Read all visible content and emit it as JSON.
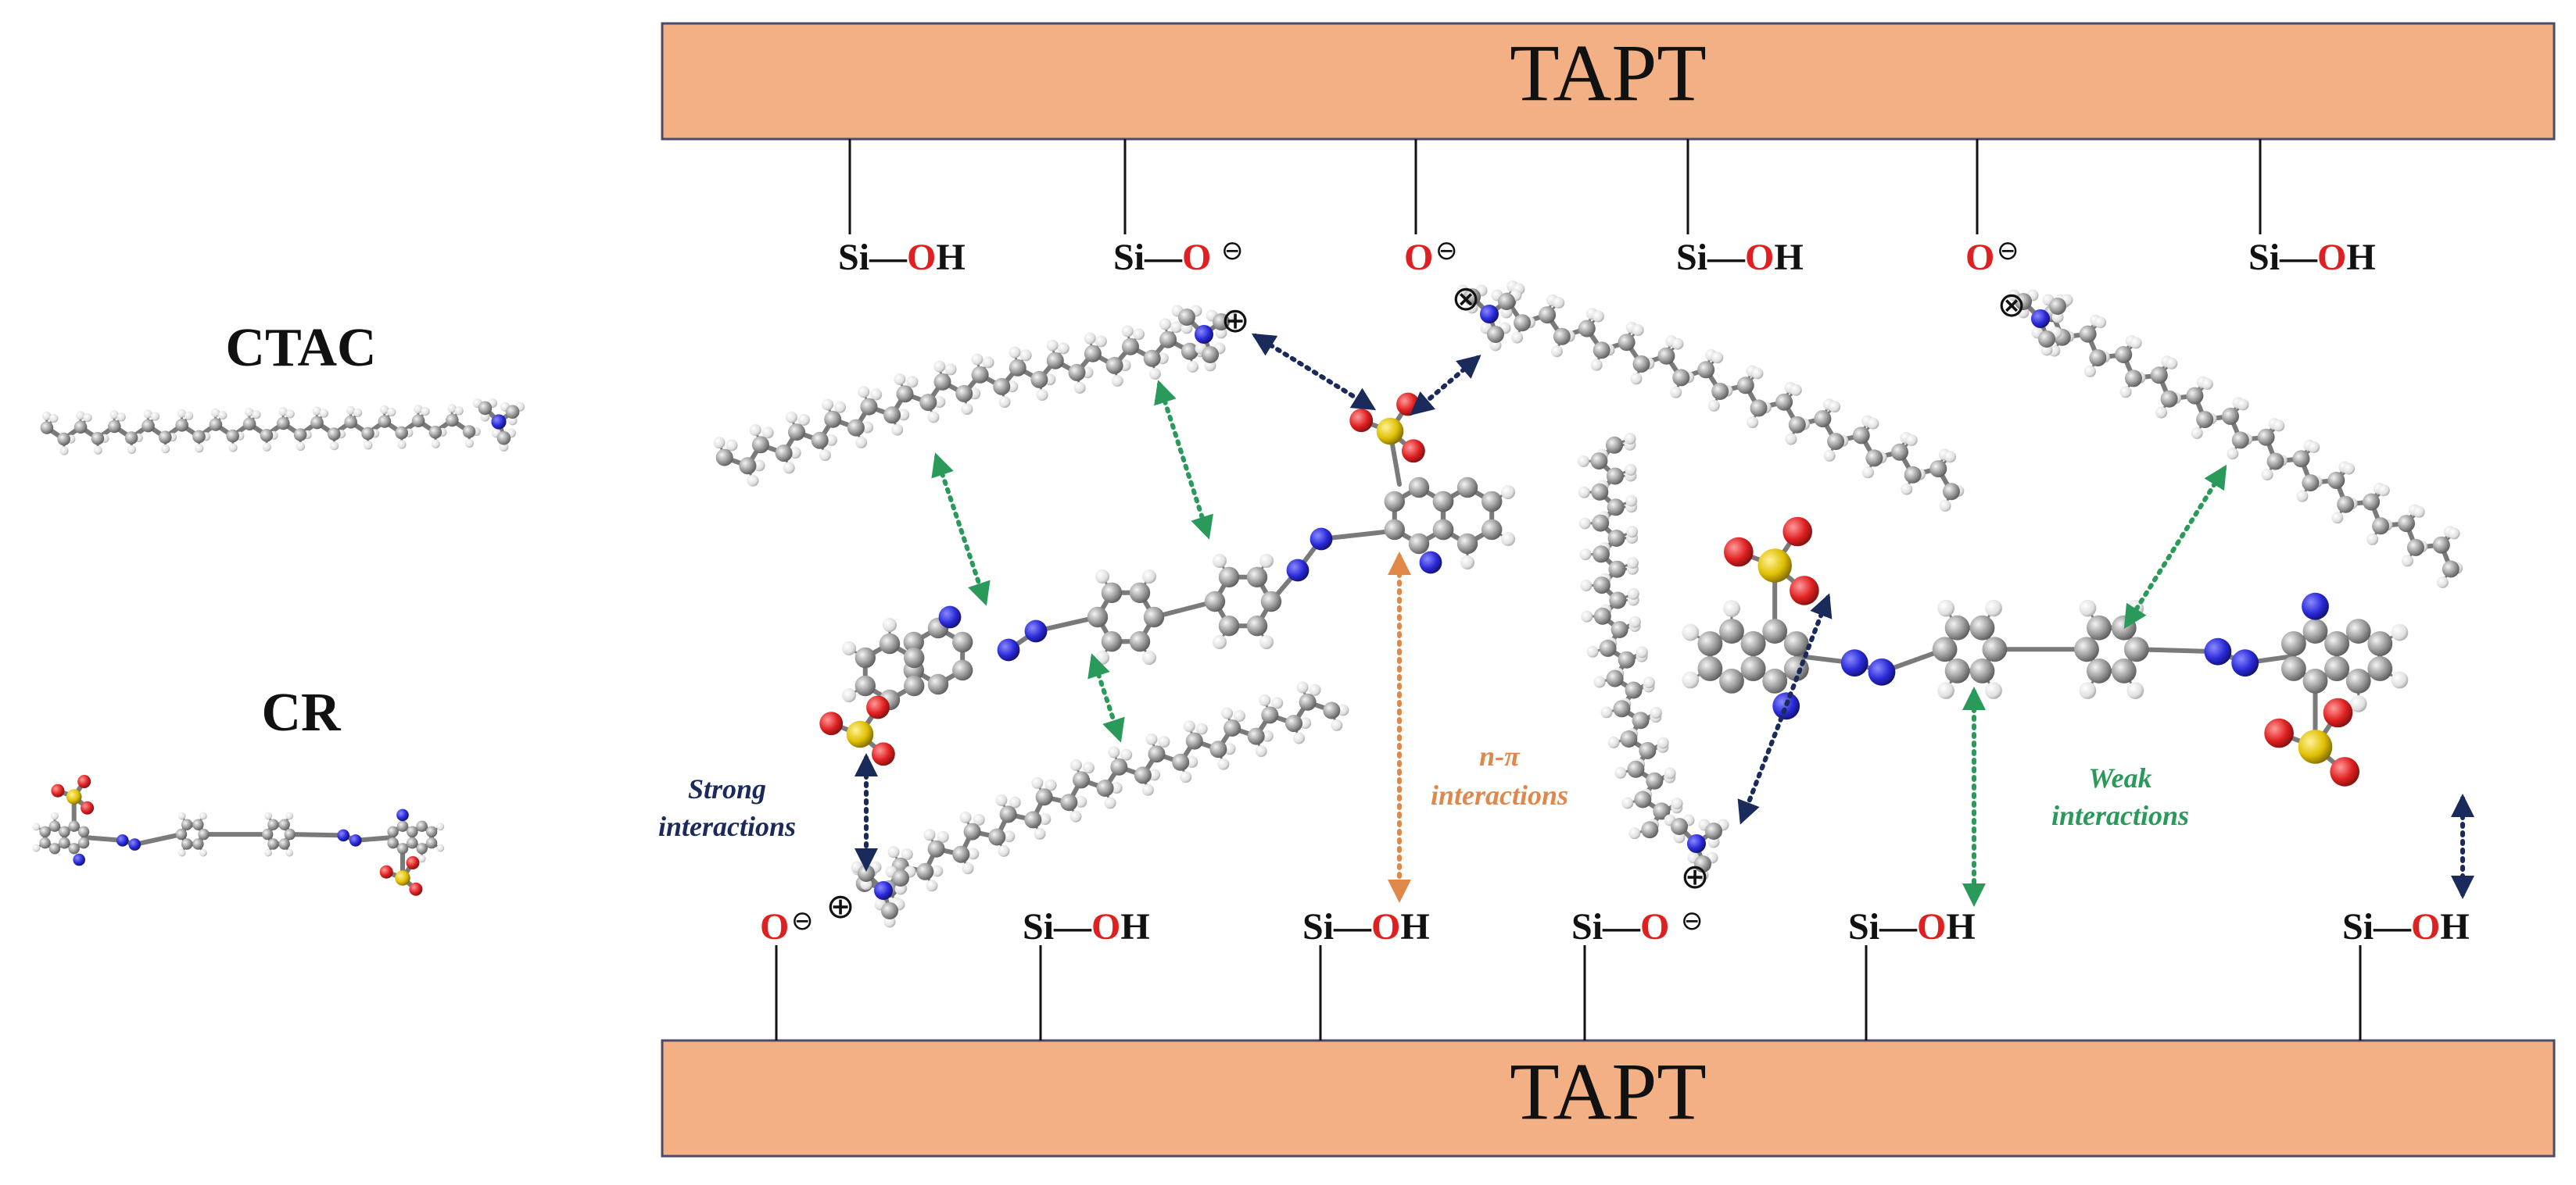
{
  "slab_top_label": "TAPT",
  "slab_bottom_label": "TAPT",
  "legend": {
    "ctac_label": "CTAC",
    "cr_label": "CR"
  },
  "top_groups": [
    {
      "si": "Si",
      "o": "O",
      "h": "H",
      "charge": ""
    },
    {
      "si": "Si",
      "o": "O",
      "h": "",
      "charge": "⊖"
    },
    {
      "si": "",
      "o": "O",
      "h": "",
      "charge": "⊖"
    },
    {
      "si": "Si",
      "o": "O",
      "h": "H",
      "charge": ""
    },
    {
      "si": "",
      "o": "O",
      "h": "",
      "charge": "⊖"
    },
    {
      "si": "Si",
      "o": "O",
      "h": "H",
      "charge": ""
    }
  ],
  "bottom_groups": [
    {
      "si": "",
      "o": "O",
      "h": "",
      "charge": "⊖"
    },
    {
      "si": "Si",
      "o": "O",
      "h": "H",
      "charge": ""
    },
    {
      "si": "Si",
      "o": "O",
      "h": "H",
      "charge": ""
    },
    {
      "si": "Si",
      "o": "O",
      "h": "",
      "charge": "⊖"
    },
    {
      "si": "Si",
      "o": "O",
      "h": "H",
      "charge": ""
    },
    {
      "si": "Si",
      "o": "O",
      "h": "H",
      "charge": ""
    }
  ],
  "interaction_labels": {
    "strong_line1": "Strong",
    "strong_line2": "interactions",
    "npi_line1": "n-π",
    "npi_line2": "interactions",
    "weak_line1": "Weak",
    "weak_line2": "interactions"
  },
  "charge_markers": [
    "⊕",
    "⊗",
    "⊗",
    "⊕",
    "⊕",
    "⊕"
  ],
  "colors": {
    "slab": "#f2b084",
    "slab_border": "#4a4a6a",
    "oxygen": "#e02020",
    "nitrogen": "#2a2ad8",
    "sulfur": "#e0c000",
    "carbon": "#8e8e8e",
    "hydrogen": "#dcdcdc",
    "strong": "#1a2a5a",
    "npi": "#e0884a",
    "weak": "#2a9a5a"
  }
}
